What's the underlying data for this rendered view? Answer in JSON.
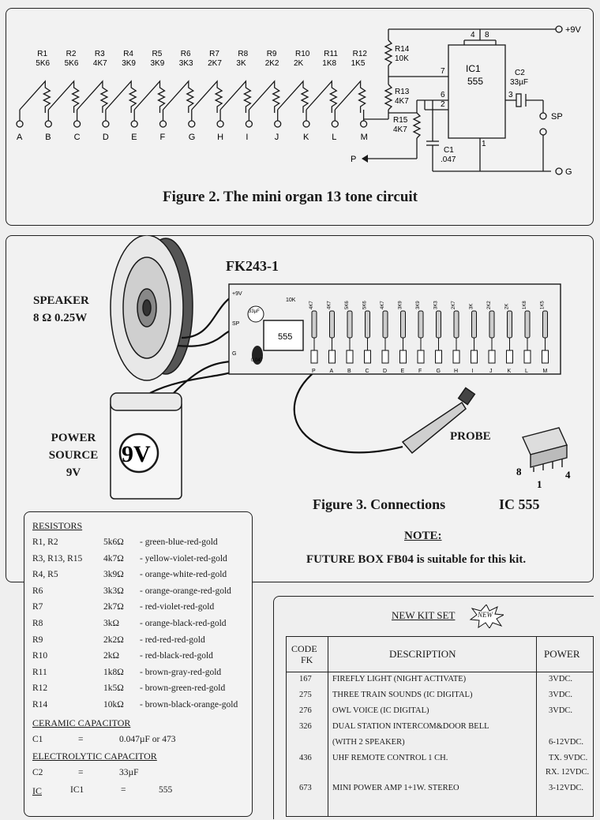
{
  "figure2": {
    "caption": "Figure 2. The mini organ 13 tone circuit",
    "resistors": [
      {
        "ref": "R1",
        "value": "5K6"
      },
      {
        "ref": "R2",
        "value": "5K6"
      },
      {
        "ref": "R3",
        "value": "4K7"
      },
      {
        "ref": "R4",
        "value": "3K9"
      },
      {
        "ref": "R5",
        "value": "3K9"
      },
      {
        "ref": "R6",
        "value": "3K3"
      },
      {
        "ref": "R7",
        "value": "2K7"
      },
      {
        "ref": "R8",
        "value": "3K"
      },
      {
        "ref": "R9",
        "value": "2K2"
      },
      {
        "ref": "R10",
        "value": "2K"
      },
      {
        "ref": "R11",
        "value": "1K8"
      },
      {
        "ref": "R12",
        "value": "1K5"
      }
    ],
    "nodes": [
      "A",
      "B",
      "C",
      "D",
      "E",
      "F",
      "G",
      "H",
      "I",
      "J",
      "K",
      "L",
      "M"
    ],
    "r14": {
      "ref": "R14",
      "value": "10K"
    },
    "r13": {
      "ref": "R13",
      "value": "4K7"
    },
    "r15": {
      "ref": "R15",
      "value": "4K7"
    },
    "c1": {
      "ref": "C1",
      "value": ".047"
    },
    "c2": {
      "ref": "C2",
      "value": "33µF"
    },
    "ic": {
      "ref": "IC1",
      "part": "555",
      "pins": [
        "4",
        "8",
        "7",
        "6",
        "2",
        "3",
        "1"
      ]
    },
    "supply": "+9V",
    "ground": "G",
    "speaker": "SP",
    "probe": "P"
  },
  "figure3": {
    "caption": "Figure 3. Connections",
    "board_label": "FK243-1",
    "speaker_label": [
      "SPEAKER",
      "8 Ω 0.25W"
    ],
    "power_label": [
      "POWER",
      "SOURCE",
      "9V"
    ],
    "battery_text": "9V",
    "probe_label": "PROBE",
    "ic_label": "IC 555",
    "ic_pins": [
      "8",
      "1",
      "4"
    ],
    "pcb_chip": "555",
    "pcb_cap": "33µF",
    "pcb_cap2": "0.047",
    "pcb_r14": "10K",
    "pcb_pads": [
      "P",
      "A",
      "B",
      "C",
      "D",
      "E",
      "F",
      "G",
      "H",
      "I",
      "J",
      "K",
      "L",
      "M"
    ],
    "pcb_side": [
      "+9V",
      "SP",
      "G"
    ],
    "pcb_values": [
      "4K7",
      "4K7",
      "5K6",
      "5K6",
      "4K7",
      "3K9",
      "3K9",
      "3K3",
      "2K7",
      "3K",
      "2K2",
      "2K",
      "1K8",
      "1K5"
    ],
    "note_title": "NOTE:",
    "note_text": "FUTURE BOX FB04 is suitable for this kit."
  },
  "parts": {
    "resistors_title": "RESISTORS",
    "resistors": [
      {
        "ref": "R1, R2",
        "value": "5k6Ω",
        "code": "- green-blue-red-gold"
      },
      {
        "ref": "R3, R13, R15",
        "value": "4k7Ω",
        "code": "- yellow-violet-red-gold"
      },
      {
        "ref": "R4, R5",
        "value": "3k9Ω",
        "code": "- orange-white-red-gold"
      },
      {
        "ref": "R6",
        "value": "3k3Ω",
        "code": "- orange-orange-red-gold"
      },
      {
        "ref": "R7",
        "value": "2k7Ω",
        "code": "- red-violet-red-gold"
      },
      {
        "ref": "R8",
        "value": "3kΩ",
        "code": "- orange-black-red-gold"
      },
      {
        "ref": "R9",
        "value": "2k2Ω",
        "code": "- red-red-red-gold"
      },
      {
        "ref": "R10",
        "value": "2kΩ",
        "code": "- red-black-red-gold"
      },
      {
        "ref": "R11",
        "value": "1k8Ω",
        "code": "- brown-gray-red-gold"
      },
      {
        "ref": "R12",
        "value": "1k5Ω",
        "code": "- brown-green-red-gold"
      },
      {
        "ref": "R14",
        "value": "10kΩ",
        "code": "- brown-black-orange-gold"
      }
    ],
    "ceramic_title": "CERAMIC CAPACITOR",
    "ceramic": {
      "ref": "C1",
      "eq": "=",
      "value": "0.047µF  or  473"
    },
    "electrolytic_title": "ELECTROLYTIC CAPACITOR",
    "electrolytic": {
      "ref": "C2",
      "eq": "=",
      "value": "33µF"
    },
    "ic_title": "IC",
    "ic": {
      "ref": "IC1",
      "eq": "=",
      "value": "555"
    }
  },
  "kit": {
    "title": "NEW KIT SET",
    "badge": "NEW",
    "headers": {
      "code_1": "CODE",
      "code_2": "FK",
      "description": "DESCRIPTION",
      "power": "POWER"
    },
    "rows": [
      {
        "code": "167",
        "description": "FIREFLY LIGHT (NIGHT ACTIVATE)",
        "power": "3VDC."
      },
      {
        "code": "275",
        "description": "THREE TRAIN SOUNDS (IC DIGITAL)",
        "power": "3VDC."
      },
      {
        "code": "276",
        "description": "OWL VOICE (IC DIGITAL)",
        "power": "3VDC."
      },
      {
        "code": "326",
        "description": "DUAL STATION INTERCOM&DOOR BELL",
        "description2": "(WITH 2 SPEAKER)",
        "power": "6-12VDC."
      },
      {
        "code": "436",
        "description": "UHF REMOTE CONTROL 1 CH.",
        "power": "TX. 9VDC.",
        "power2": "RX. 12VDC."
      },
      {
        "code": "673",
        "description": "MINI POWER AMP 1+1W. STEREO",
        "power": "3-12VDC."
      }
    ]
  }
}
